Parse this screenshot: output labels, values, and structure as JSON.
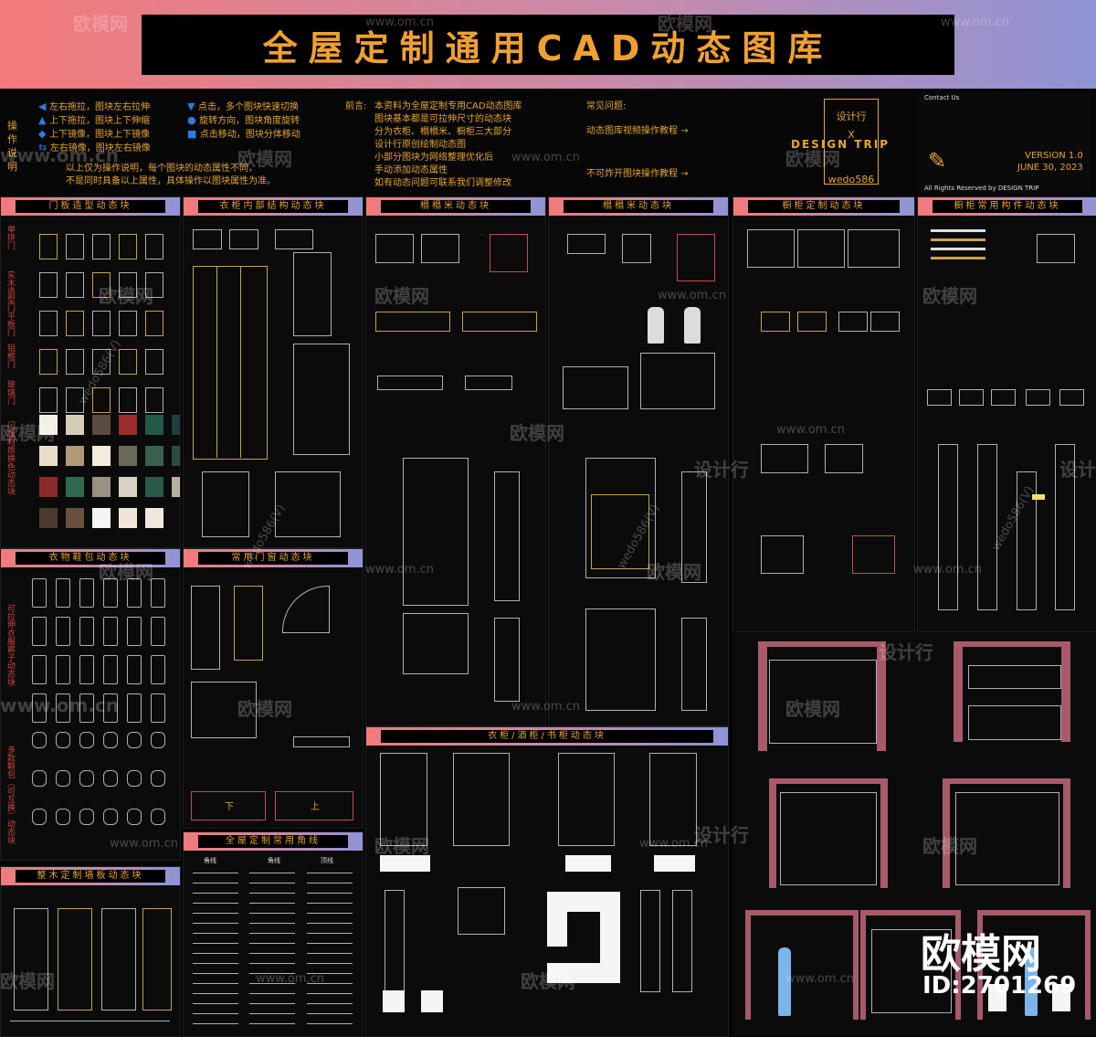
{
  "header": {
    "title": "全屋定制通用CAD动态图库"
  },
  "operation_label": "操作说明",
  "instructions_left": [
    "左右拖拉，图块左右拉伸",
    "上下拖拉，图块上下伸缩",
    "上下镜像，图块上下镜像",
    "左右镜像，图块左右镜像"
  ],
  "instructions_mid": [
    "点击，多个图块快速切换",
    "旋转方向，图块角度旋转",
    "点击移动，图块分体移动"
  ],
  "instructions_note": [
    "以上仅为操作说明，每个图块的动态属性不同，",
    "不是同时具备以上属性，具体操作以图块属性为准。"
  ],
  "preface": {
    "label": "前言:",
    "lines": [
      "本资料为全屋定制专用CAD动态图库",
      "图块基本都是可拉伸尺寸的动态块",
      "分为衣柜、榻榻米、橱柜三大部分",
      "设计行原创绘制动态图",
      "小部分图块为网络整理优化后",
      "手动添加动态属性",
      "如有动态问题可联系我们调整修改"
    ]
  },
  "faq": {
    "label": "常见问题:",
    "links": [
      "动态图库视频操作教程 →",
      "不可炸开图块操作教程 →"
    ]
  },
  "logo": {
    "line1": "设计行",
    "x": "X",
    "brand": "DESIGN TRIP",
    "handle": "wedo586"
  },
  "contact": {
    "label": "Contact Us",
    "version": "VERSION 1.0",
    "date": "JUNE 30, 2023",
    "rights": "All Rights Reserved by DESIGN TRIP"
  },
  "panels": {
    "door": "门板造型动态块",
    "wardrobe_inner": "衣柜内部结构动态块",
    "tatami1": "榻榻米动态块",
    "tatami2": "榻榻米动态块",
    "cabinet": "橱柜定制动态块",
    "cabinet_parts": "橱柜常用构件动态块",
    "clothes": "衣物鞋包动态块",
    "doors_windows": "常用门窗动态块",
    "wardrobe_wine": "衣柜/酒柜/书柜动态块",
    "trim": "全屋定制常用角线",
    "wall_panel": "整木定制墙板动态块"
  },
  "side_labels": {
    "door_colors": "门板材质换色动态块",
    "clothes_side": "可拉伸衣服裤子动态块",
    "bags_side": "多款鞋包（可互换）动态块"
  },
  "door_rows": [
    "单拼门",
    "实木造型门",
    "平板门",
    "铝框门",
    "玻璃门"
  ],
  "arrows": {
    "down": "下",
    "up": "上"
  },
  "trim_headers": [
    "角线",
    "角线",
    "顶线"
  ],
  "watermarks": {
    "brand": "欧模网",
    "site": "www.om.cn",
    "handle": "wedo586(V)",
    "design": "设计行",
    "id": "ID:2701269"
  },
  "colors": {
    "accent": "#e6a52a",
    "blue": "#2a7de1",
    "gradient_left": "#f27a7a",
    "gradient_right": "#8f94d6",
    "wall": "#a85a6a"
  },
  "door_swatches": [
    "#f2efe6",
    "#d7cdb6",
    "#5a4a3f",
    "#9a2e2e",
    "#1f5a45",
    "#1f3f3a",
    "#e8dfca",
    "#b09a7a",
    "#f3ecdc",
    "#6a6a5a",
    "#3a5f4f",
    "#2e4a44",
    "#8a2a2a",
    "#2f6a4f",
    "#9a9280",
    "#d8d2c2",
    "#2a5a4c",
    "#b8b0a0",
    "#4a3a30",
    "#6a5040",
    "#f5f5f5",
    "#efe6d8",
    "#f0e8dd"
  ]
}
